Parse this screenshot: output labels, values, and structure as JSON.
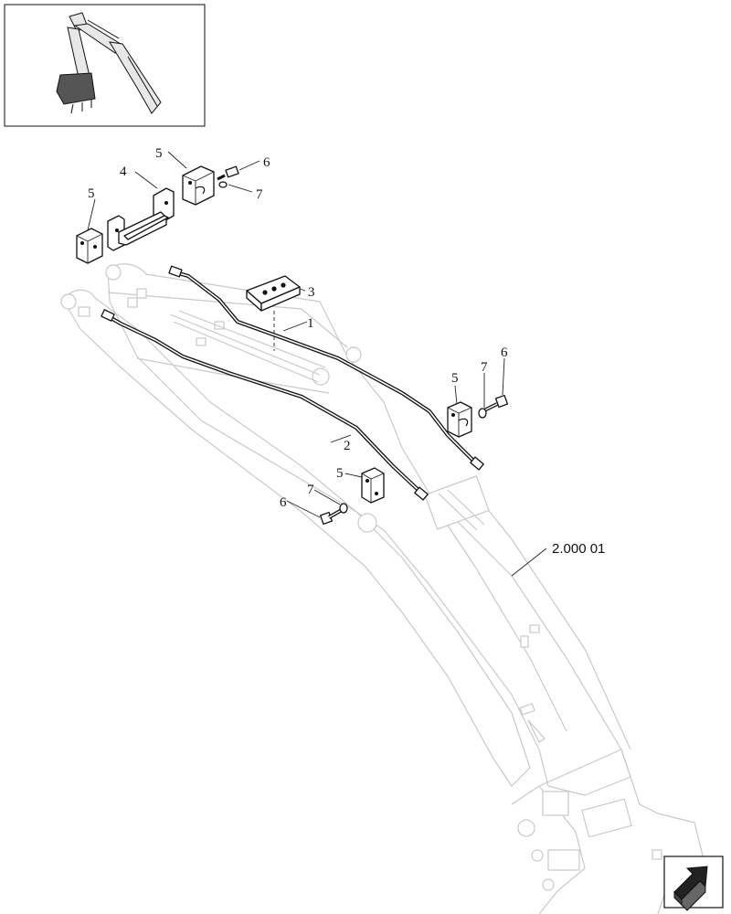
{
  "callouts": {
    "c1": "1",
    "c2": "2",
    "c3": "3",
    "c4": "4",
    "c5": "5",
    "c6": "6",
    "c7": "7"
  },
  "reference_label": "2.000 01",
  "icons": {
    "locator": "excavator-overview-thumbnail",
    "nav": "navigate-arrow-icon"
  }
}
